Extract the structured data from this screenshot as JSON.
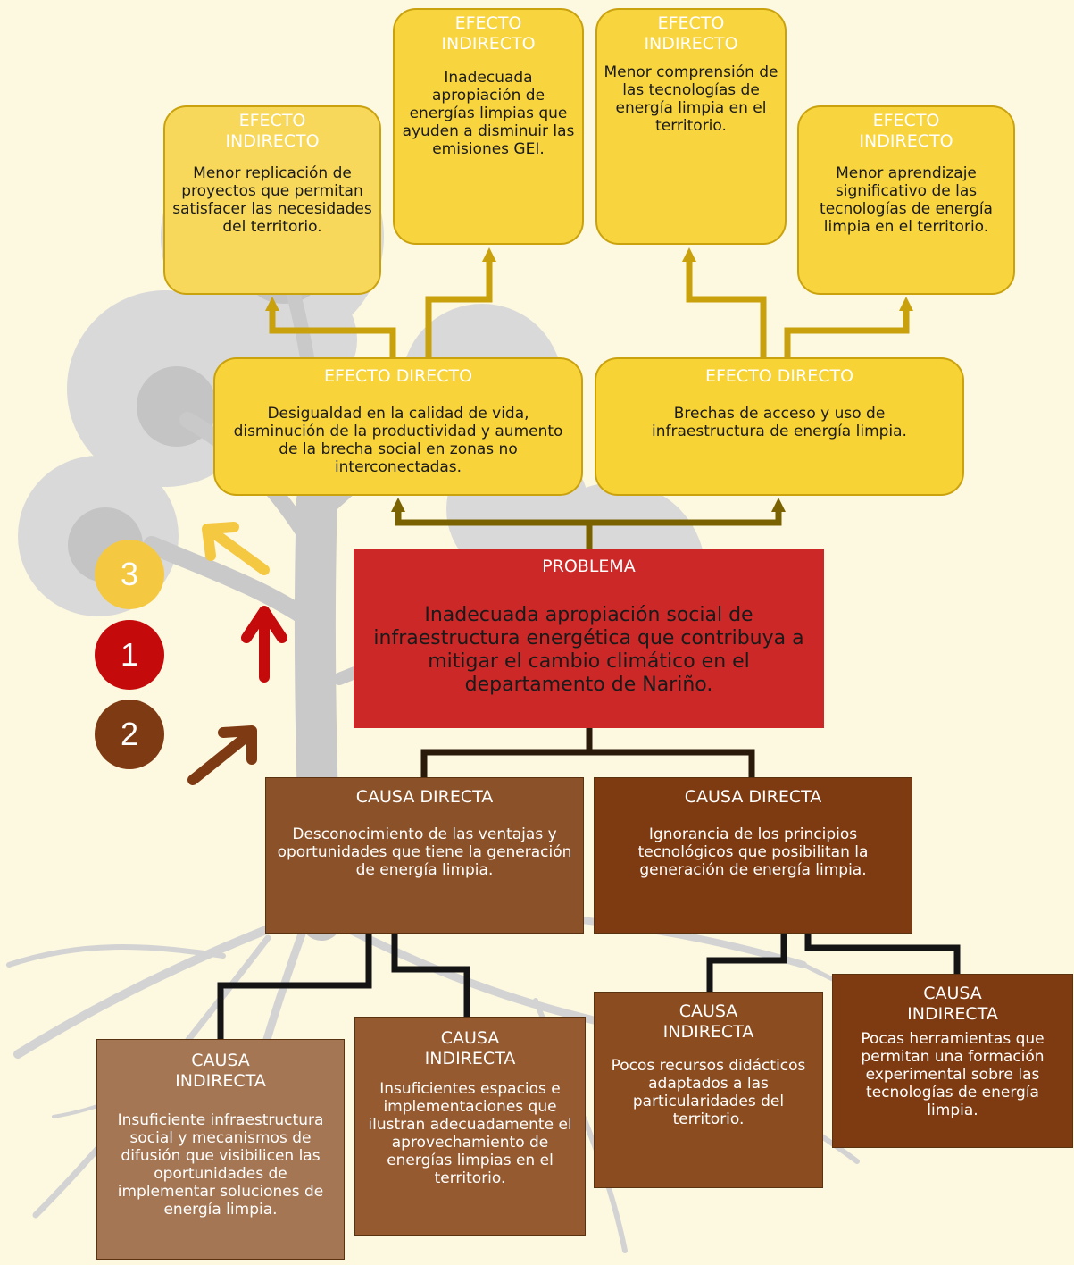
{
  "colors": {
    "effect_indirect": "#f7d646",
    "effect_direct": "#f8d335",
    "problem": "#cc2828",
    "cause_direct_left": "#8b5128",
    "cause_direct_right": "#7e3a10",
    "connector_effects": "#c9a10c",
    "connector_causes": "#1a1a1a",
    "legend_3": "#f5c842",
    "legend_1": "#c40a0a",
    "legend_2": "#7e3a12"
  },
  "effects": {
    "indirect": [
      {
        "label": "EFECTO INDIRECTO",
        "text": "Menor replicación de proyectos que permitan satisfacer las necesidades del territorio."
      },
      {
        "label": "EFECTO INDIRECTO",
        "text": "Inadecuada apropiación de energías limpias que ayuden a disminuir las emisiones GEI."
      },
      {
        "label": "EFECTO INDIRECTO",
        "text": "Menor comprensión de las tecnologías de energía limpia en el territorio."
      },
      {
        "label": "EFECTO INDIRECTO",
        "text": "Menor aprendizaje significativo de las tecnologías de energía limpia en el territorio."
      }
    ],
    "direct": [
      {
        "label": "EFECTO DIRECTO",
        "text": "Desigualdad en la calidad de vida, disminución de la productividad y aumento de la brecha social en zonas no interconectadas."
      },
      {
        "label": "EFECTO DIRECTO",
        "text": "Brechas de acceso y uso de infraestructura de energía limpia."
      }
    ]
  },
  "problem": {
    "label": "PROBLEMA",
    "text": "Inadecuada apropiación social de infraestructura energética que contribuya a mitigar el cambio climático en el departamento de Nariño."
  },
  "causes": {
    "direct": [
      {
        "label": "CAUSA DIRECTA",
        "text": "Desconocimiento de las ventajas y oportunidades que tiene la generación de energía limpia."
      },
      {
        "label": "CAUSA DIRECTA",
        "text": "Ignorancia de los principios tecnológicos que posibilitan la generación de energía limpia."
      }
    ],
    "indirect": [
      {
        "label": "CAUSA INDIRECTA",
        "text": "Insuficiente infraestructura social y mecanismos de difusión que visibilicen las oportunidades de implementar soluciones de energía limpia."
      },
      {
        "label": "CAUSA INDIRECTA",
        "text": "Insuficientes espacios e implementaciones que ilustran adecuadamente el aprovechamiento de energías limpias en el territorio."
      },
      {
        "label": "CAUSA INDIRECTA",
        "text": "Pocos recursos didácticos adaptados a las particularidades del territorio."
      },
      {
        "label": "CAUSA INDIRECTA",
        "text": "Pocas herramientas que permitan una formación experimental sobre las tecnologías de energía limpia."
      }
    ]
  },
  "legend": [
    {
      "number": "3",
      "color": "#f5c842",
      "arrow": "diagonal-up-left"
    },
    {
      "number": "1",
      "color": "#c40a0a",
      "arrow": "up"
    },
    {
      "number": "2",
      "color": "#7e3a12",
      "arrow": "diagonal-up-right"
    }
  ]
}
